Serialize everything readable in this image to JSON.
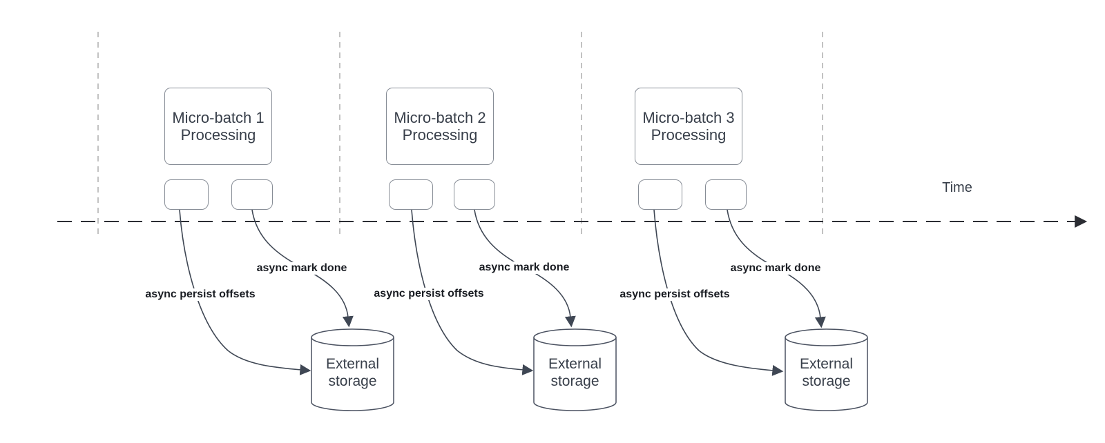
{
  "colors": {
    "background": "#ffffff",
    "shape_stroke": "#878d96",
    "connector_stroke": "#3f4754",
    "timeline_stroke": "#2b2d33",
    "gridline_stroke": "#aeaeae",
    "shape_text": "#383f4a",
    "edge_label_text": "#191c22"
  },
  "timeline": {
    "label": "Time"
  },
  "batches": [
    {
      "title": "Micro-batch 1 Processing",
      "offsets_label": "async persist offsets",
      "done_label": "async mark done",
      "storage_label": "External storage"
    },
    {
      "title": "Micro-batch 2 Processing",
      "offsets_label": "async persist offsets",
      "done_label": "async mark done",
      "storage_label": "External storage"
    },
    {
      "title": "Micro-batch 3 Processing",
      "offsets_label": "async persist offsets",
      "done_label": "async mark done",
      "storage_label": "External storage"
    }
  ]
}
